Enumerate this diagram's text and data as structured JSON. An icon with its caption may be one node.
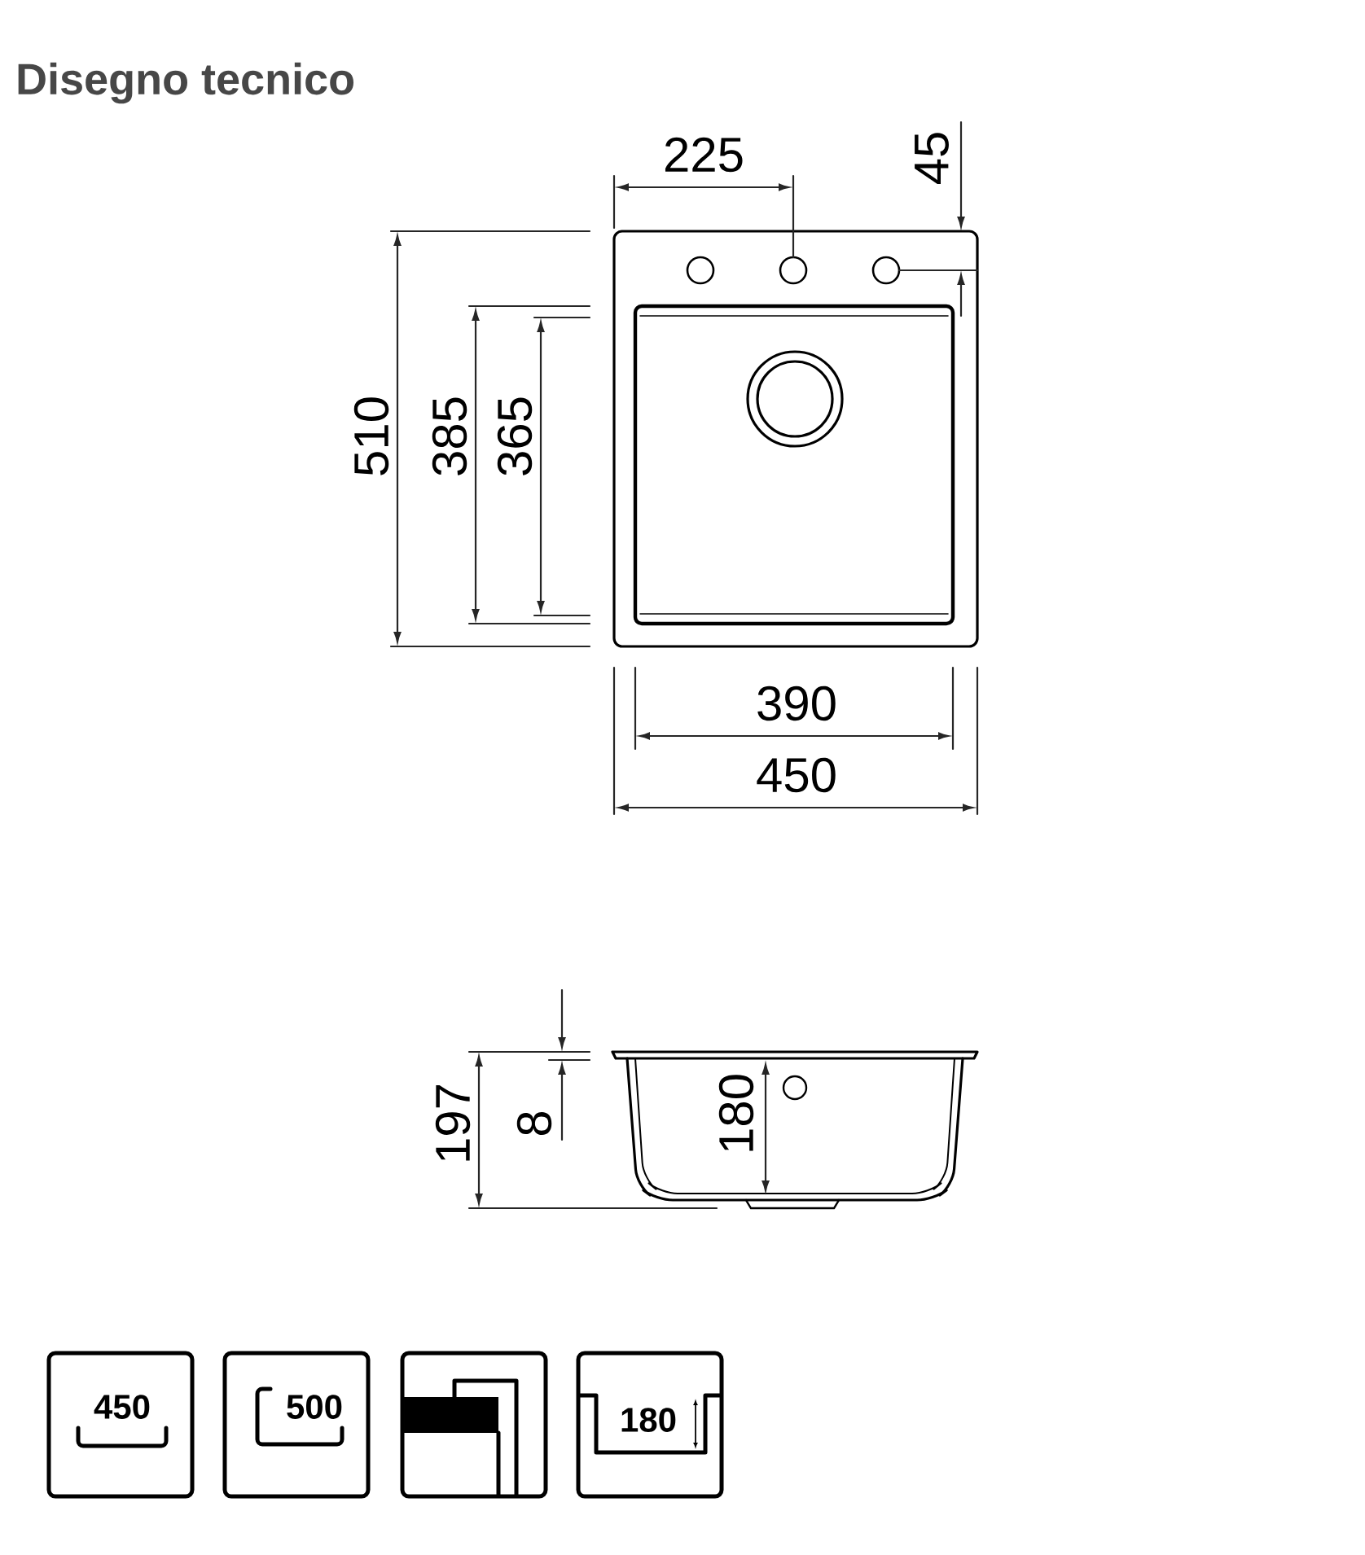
{
  "diagram": {
    "title": "Disegno tecnico",
    "nodes": [
      {
        "text": [
          "450"
        ]
      },
      {
        "text": [
          "500"
        ]
      },
      {
        "text": [],
        "shape": "box"
      },
      {
        "text": [
          "180"
        ]
      }
    ],
    "labels": [
      "225",
      "45",
      "510",
      "385",
      "365",
      "390",
      "450",
      "197",
      "8",
      "180"
    ]
  }
}
